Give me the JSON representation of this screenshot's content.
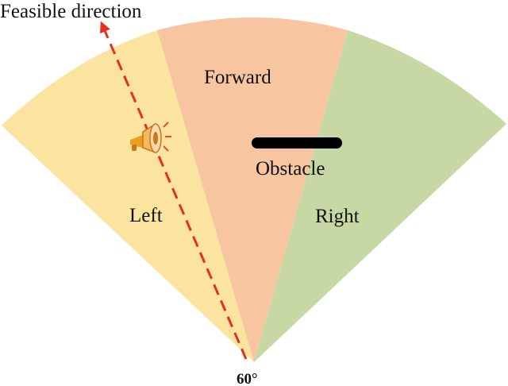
{
  "labels": {
    "feasible_direction": "Feasible direction",
    "forward": "Forward",
    "left": "Left",
    "right": "Right",
    "obstacle": "Obstacle",
    "angle": "60°"
  },
  "colors": {
    "left_sector": "#FBE3A0",
    "forward_sector": "#F7C6A0",
    "right_sector": "#C8D8A4",
    "arrow": "#E53020",
    "obstacle": "#000000",
    "speaker_body": "#E8A020",
    "speaker_cone": "#F4B860"
  },
  "icons": {
    "speaker": "megaphone-icon"
  }
}
